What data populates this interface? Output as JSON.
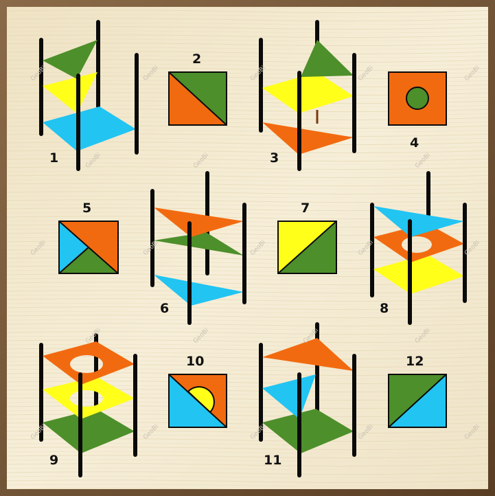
{
  "puzzle": {
    "colors": {
      "orange": "#f26a10",
      "green": "#4d8f2a",
      "yellow": "#ffff1a",
      "blue": "#22c4f2",
      "pole": "#0a0a0a",
      "board_light": "#f4ead2",
      "frame": "#7a5a3a"
    },
    "watermark": "GeoBi",
    "items": [
      {
        "number": "1",
        "kind": "stack",
        "layers": [
          "green triangle",
          "yellow triangle",
          "blue square"
        ]
      },
      {
        "number": "2",
        "kind": "view",
        "regions": [
          "orange",
          "green"
        ]
      },
      {
        "number": "3",
        "kind": "stack",
        "layers": [
          "green triangle",
          "yellow square",
          "orange triangle"
        ]
      },
      {
        "number": "4",
        "kind": "view",
        "regions": [
          "orange",
          "green circle"
        ]
      },
      {
        "number": "5",
        "kind": "view",
        "regions": [
          "orange",
          "blue",
          "green"
        ]
      },
      {
        "number": "6",
        "kind": "stack",
        "layers": [
          "orange triangle",
          "green triangle",
          "blue triangle"
        ]
      },
      {
        "number": "7",
        "kind": "view",
        "regions": [
          "yellow",
          "green"
        ]
      },
      {
        "number": "8",
        "kind": "stack",
        "layers": [
          "blue triangle",
          "orange square with hole",
          "yellow square"
        ]
      },
      {
        "number": "9",
        "kind": "stack",
        "layers": [
          "orange square with hole",
          "yellow square with hole",
          "green square"
        ]
      },
      {
        "number": "10",
        "kind": "view",
        "regions": [
          "orange",
          "yellow",
          "blue"
        ]
      },
      {
        "number": "11",
        "kind": "stack",
        "layers": [
          "orange triangle",
          "blue triangle",
          "green square"
        ]
      },
      {
        "number": "12",
        "kind": "view",
        "regions": [
          "green",
          "blue"
        ]
      }
    ]
  }
}
